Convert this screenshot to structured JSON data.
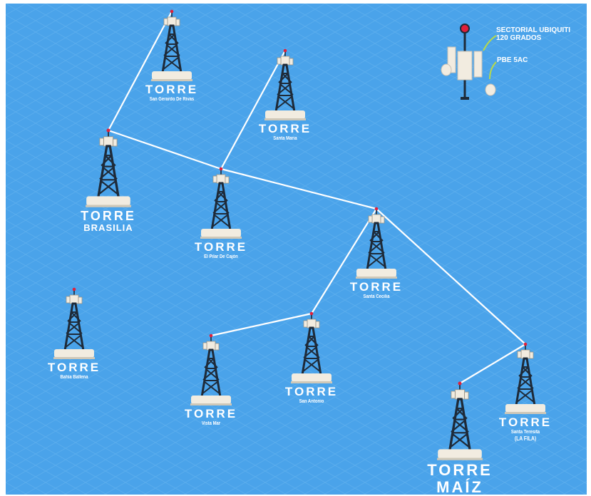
{
  "towers": [
    {
      "id": "san-gerardo",
      "title": "TORRE",
      "name": "San Gerardo De Rivas",
      "name2": ""
    },
    {
      "id": "santa-maria",
      "title": "TORRE",
      "name": "Santa Maria",
      "name2": ""
    },
    {
      "id": "brasilia",
      "title": "TORRE",
      "name": "BRASILIA",
      "name2": ""
    },
    {
      "id": "el-pilar",
      "title": "TORRE",
      "name": "El Pilar De Cajón",
      "name2": ""
    },
    {
      "id": "santa-cecilia",
      "title": "TORRE",
      "name": "Santa Cecilia",
      "name2": ""
    },
    {
      "id": "bahia-ballena",
      "title": "TORRE",
      "name": "Bahía Ballena",
      "name2": ""
    },
    {
      "id": "san-antonio",
      "title": "TORRE",
      "name": "San Antonio",
      "name2": ""
    },
    {
      "id": "vista-mar",
      "title": "TORRE",
      "name": "Vista Mar",
      "name2": ""
    },
    {
      "id": "santa-teresita",
      "title": "TORRE",
      "name": "Santa Teresita",
      "name2": "(LA FILA)"
    },
    {
      "id": "maiz",
      "title": "TORRE",
      "name": "MAÍZ",
      "name2": ""
    }
  ],
  "links": [
    [
      "san-gerardo",
      "brasilia"
    ],
    [
      "brasilia",
      "el-pilar"
    ],
    [
      "el-pilar",
      "santa-maria"
    ],
    [
      "el-pilar",
      "santa-cecilia"
    ],
    [
      "santa-cecilia",
      "san-antonio"
    ],
    [
      "san-antonio",
      "vista-mar"
    ],
    [
      "santa-cecilia",
      "santa-teresita"
    ],
    [
      "santa-teresita",
      "maiz"
    ]
  ],
  "legend": {
    "sectorial_line1": "SECTORIAL UBIQUITI",
    "sectorial_line2": "120 GRADOS",
    "pbe": "PBE 5AC"
  },
  "colors": {
    "background": "#4aa3ea",
    "grid": "#6bb5ee",
    "tower": "#1e2a38",
    "base": "#f2ece0",
    "link": "#ffffff",
    "legend_arrow": "#b8d94a",
    "beacon": "#e0203a"
  }
}
